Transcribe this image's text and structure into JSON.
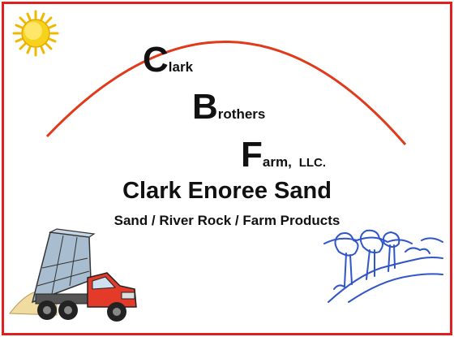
{
  "logo": {
    "line1_initial": "C",
    "line1_rest": "lark",
    "line2_initial": "B",
    "line2_rest": "rothers",
    "line3_initial": "F",
    "line3_rest": "arm,",
    "line3_suffix": "LLC."
  },
  "business_name": "Clark Enoree Sand",
  "products": "Sand / River Rock / Farm Products",
  "colors": {
    "border": "#e01f1f",
    "arc": "#e03a1a",
    "text": "#111111",
    "sun": "#f5c400",
    "truck_cab": "#e43a2a",
    "truck_bed": "#a9bdd0",
    "trees": "#2f55c8"
  },
  "icons": [
    "sun-icon",
    "dump-truck-icon",
    "tree-landscape-icon"
  ]
}
